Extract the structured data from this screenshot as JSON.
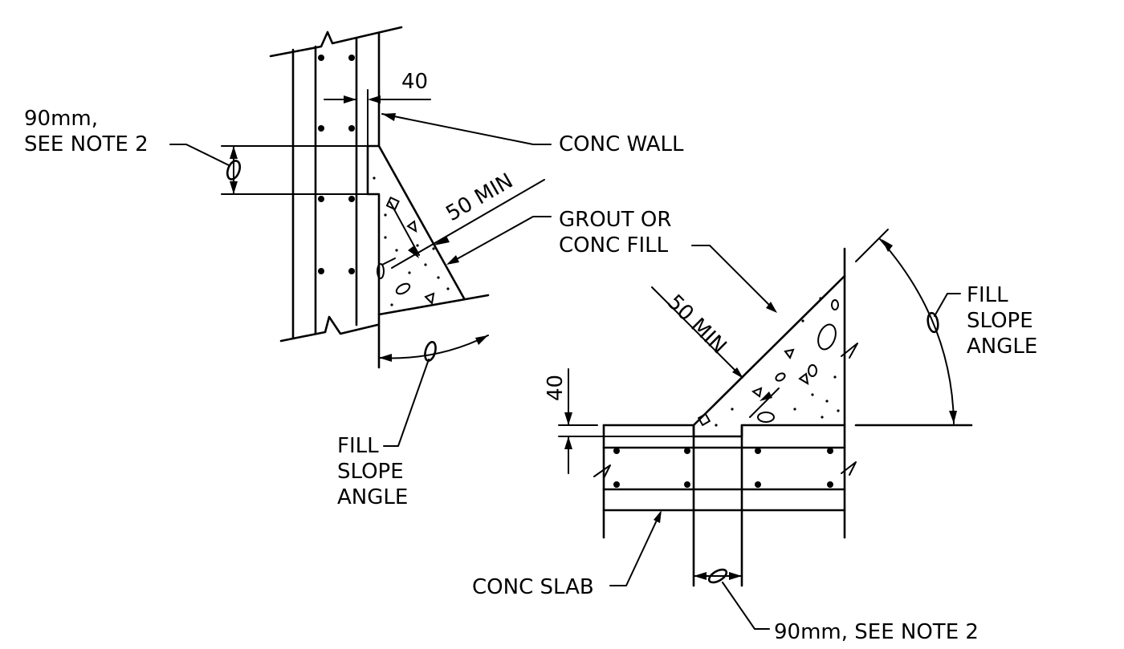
{
  "wall_detail": {
    "dim_40": "40",
    "dim_90_line1": "90mm,",
    "dim_90_line2": "SEE NOTE 2",
    "conc_wall": "CONC WALL",
    "min_50": "50 MIN",
    "grout_line1": "GROUT OR",
    "grout_line2": "CONC FILL",
    "fill_slope_line1": "FILL",
    "fill_slope_line2": "SLOPE",
    "fill_slope_line3": "ANGLE"
  },
  "slab_detail": {
    "dim_40": "40",
    "min_50": "50 MIN",
    "fill_slope_line1": "FILL",
    "fill_slope_line2": "SLOPE",
    "fill_slope_line3": "ANGLE",
    "conc_slab": "CONC SLAB",
    "dim_90": "90mm, SEE NOTE 2"
  }
}
